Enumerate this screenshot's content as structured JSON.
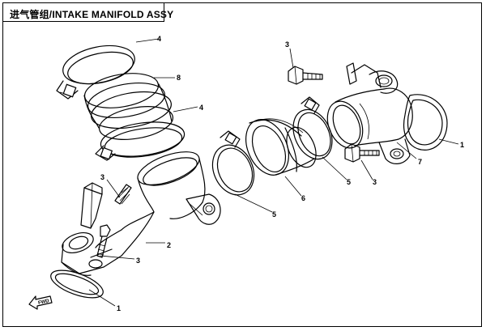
{
  "title": "进气管组/INTAKE MANIFOLD ASSY",
  "fwd_label": "FWD",
  "callouts": [
    {
      "id": "c4-top",
      "label": "4"
    },
    {
      "id": "c8",
      "label": "8"
    },
    {
      "id": "c4-mid",
      "label": "4"
    },
    {
      "id": "c3-bolt-top",
      "label": "3"
    },
    {
      "id": "c3-left",
      "label": "3"
    },
    {
      "id": "c2",
      "label": "2"
    },
    {
      "id": "c3-lower",
      "label": "3"
    },
    {
      "id": "c1-left",
      "label": "1"
    },
    {
      "id": "c5-mid",
      "label": "5"
    },
    {
      "id": "c6",
      "label": "6"
    },
    {
      "id": "c5-right",
      "label": "5"
    },
    {
      "id": "c3-right",
      "label": "3"
    },
    {
      "id": "c7",
      "label": "7"
    },
    {
      "id": "c1-right",
      "label": "1"
    }
  ]
}
